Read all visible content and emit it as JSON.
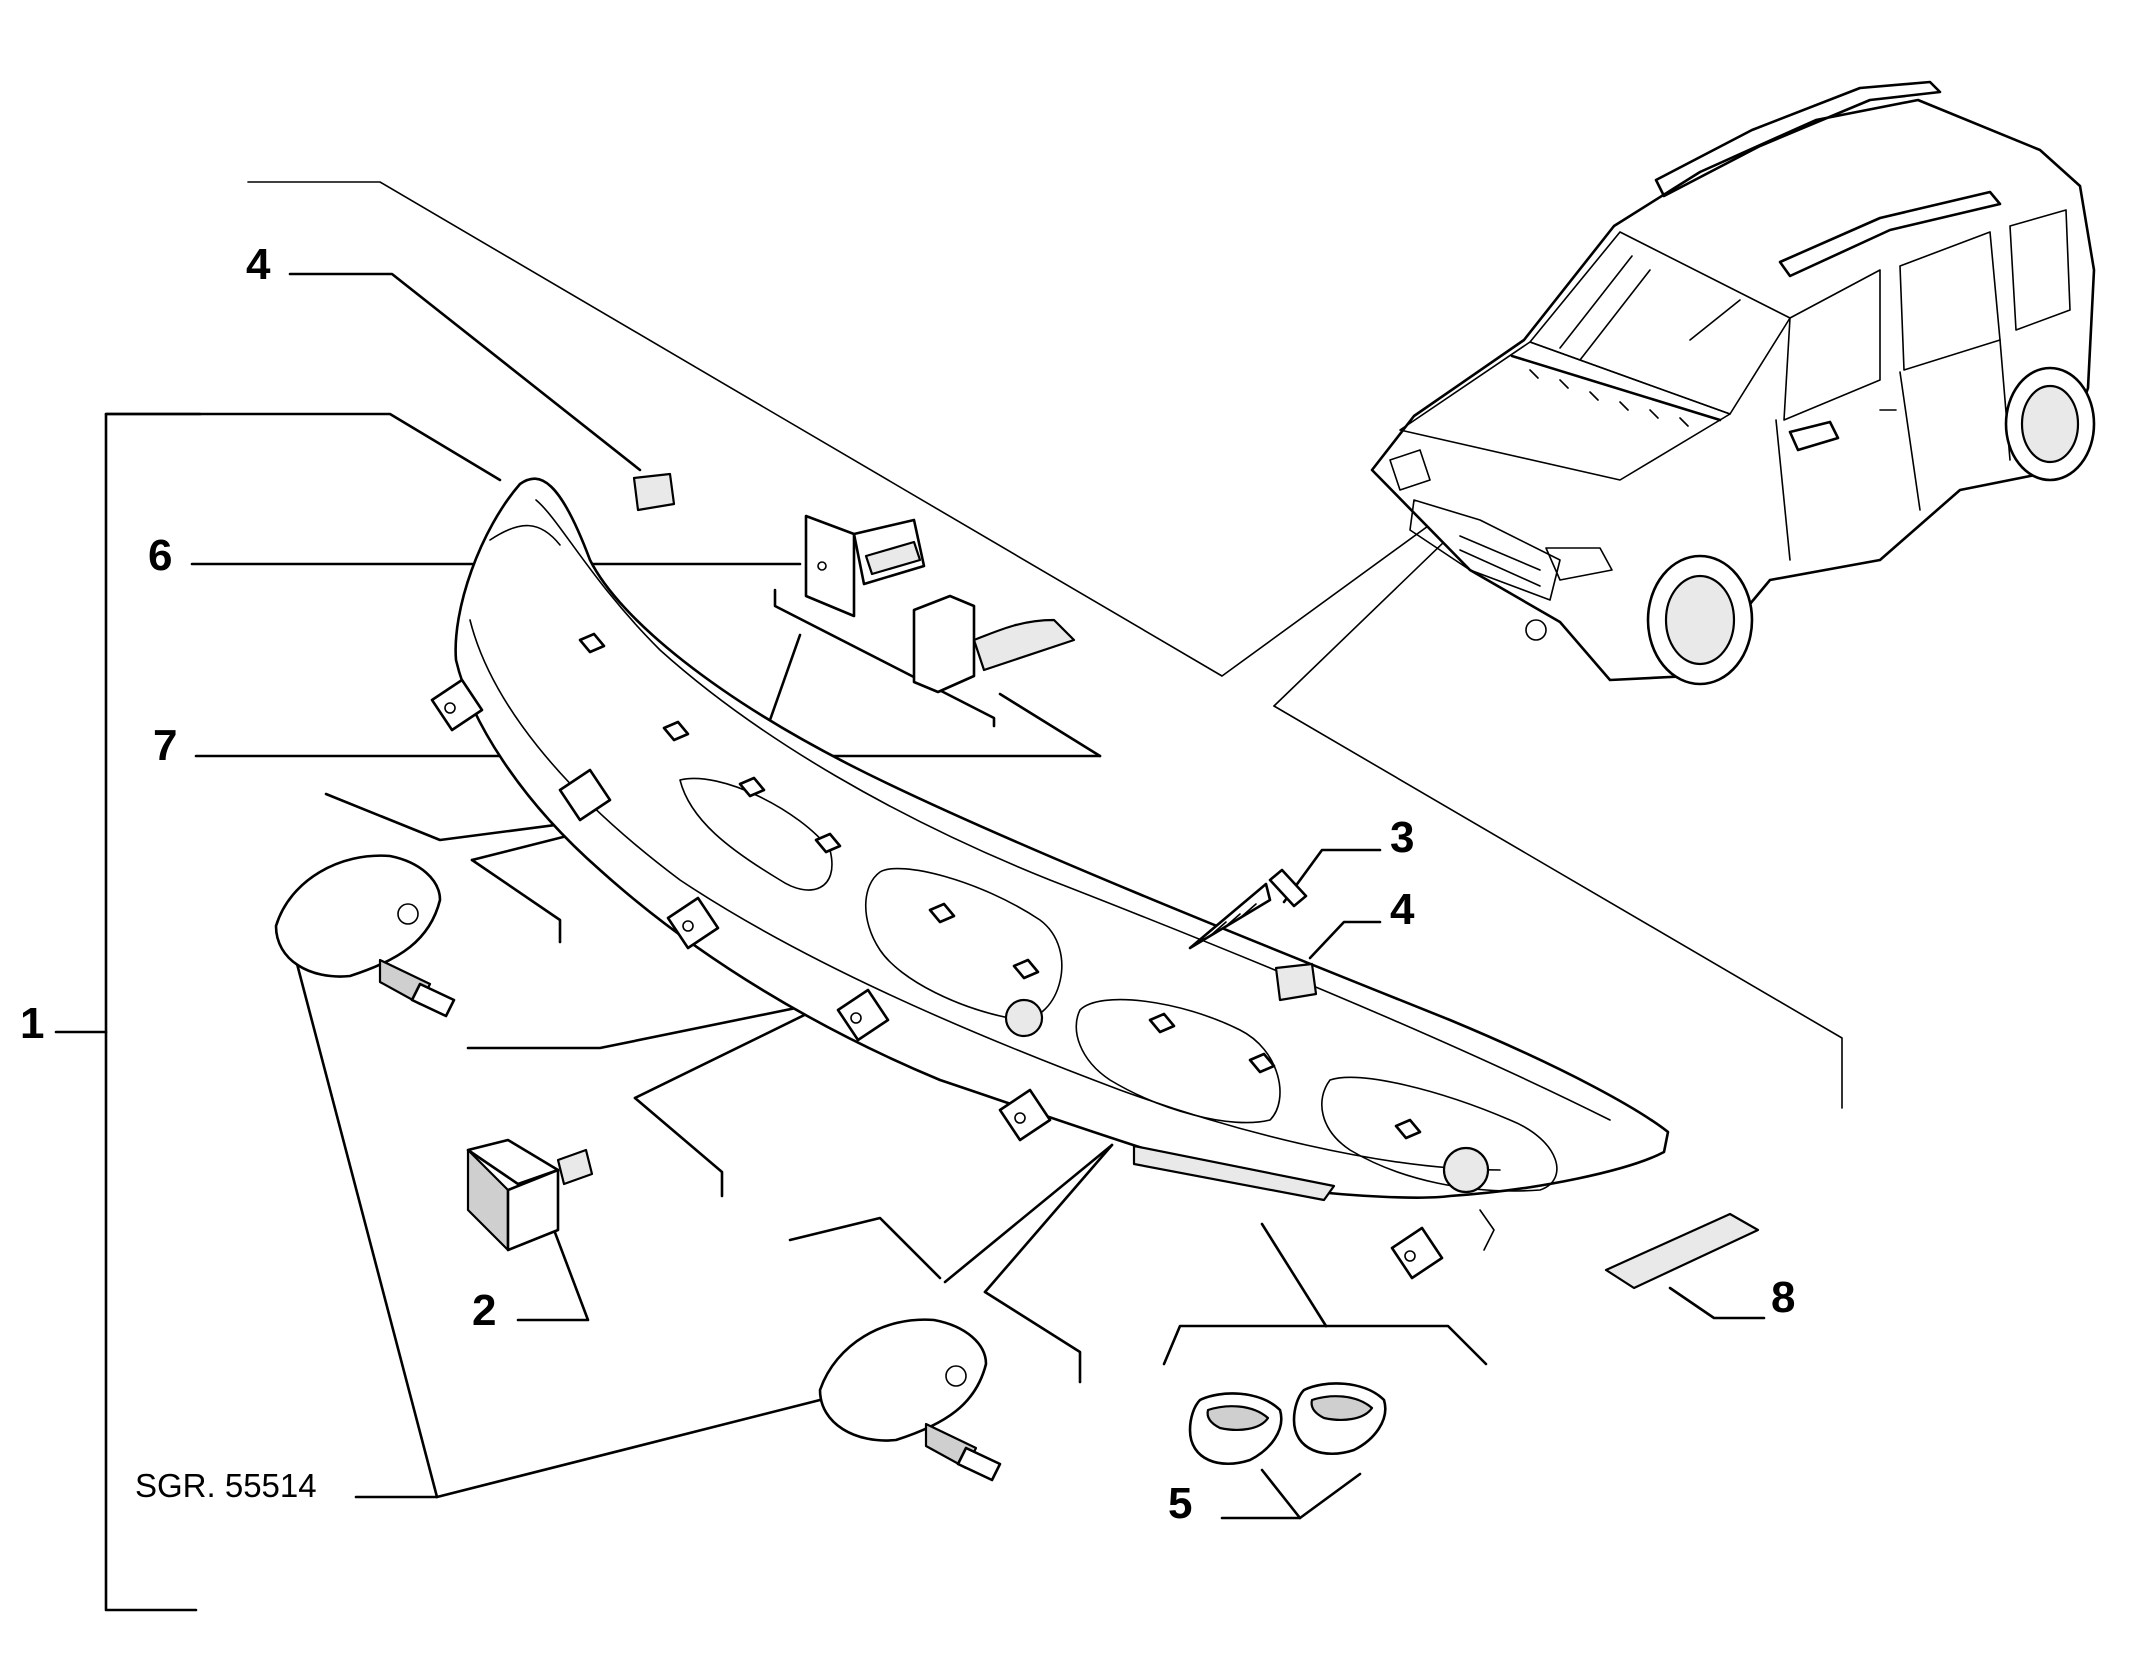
{
  "diagram": {
    "reference_code": "SGR. 55514",
    "callouts": [
      {
        "id": "callout-1",
        "label": "1"
      },
      {
        "id": "callout-2",
        "label": "2"
      },
      {
        "id": "callout-3",
        "label": "3"
      },
      {
        "id": "callout-4-top",
        "label": "4"
      },
      {
        "id": "callout-4-right",
        "label": "4"
      },
      {
        "id": "callout-5",
        "label": "5"
      },
      {
        "id": "callout-6",
        "label": "6"
      },
      {
        "id": "callout-7",
        "label": "7"
      },
      {
        "id": "callout-8",
        "label": "8"
      }
    ]
  }
}
